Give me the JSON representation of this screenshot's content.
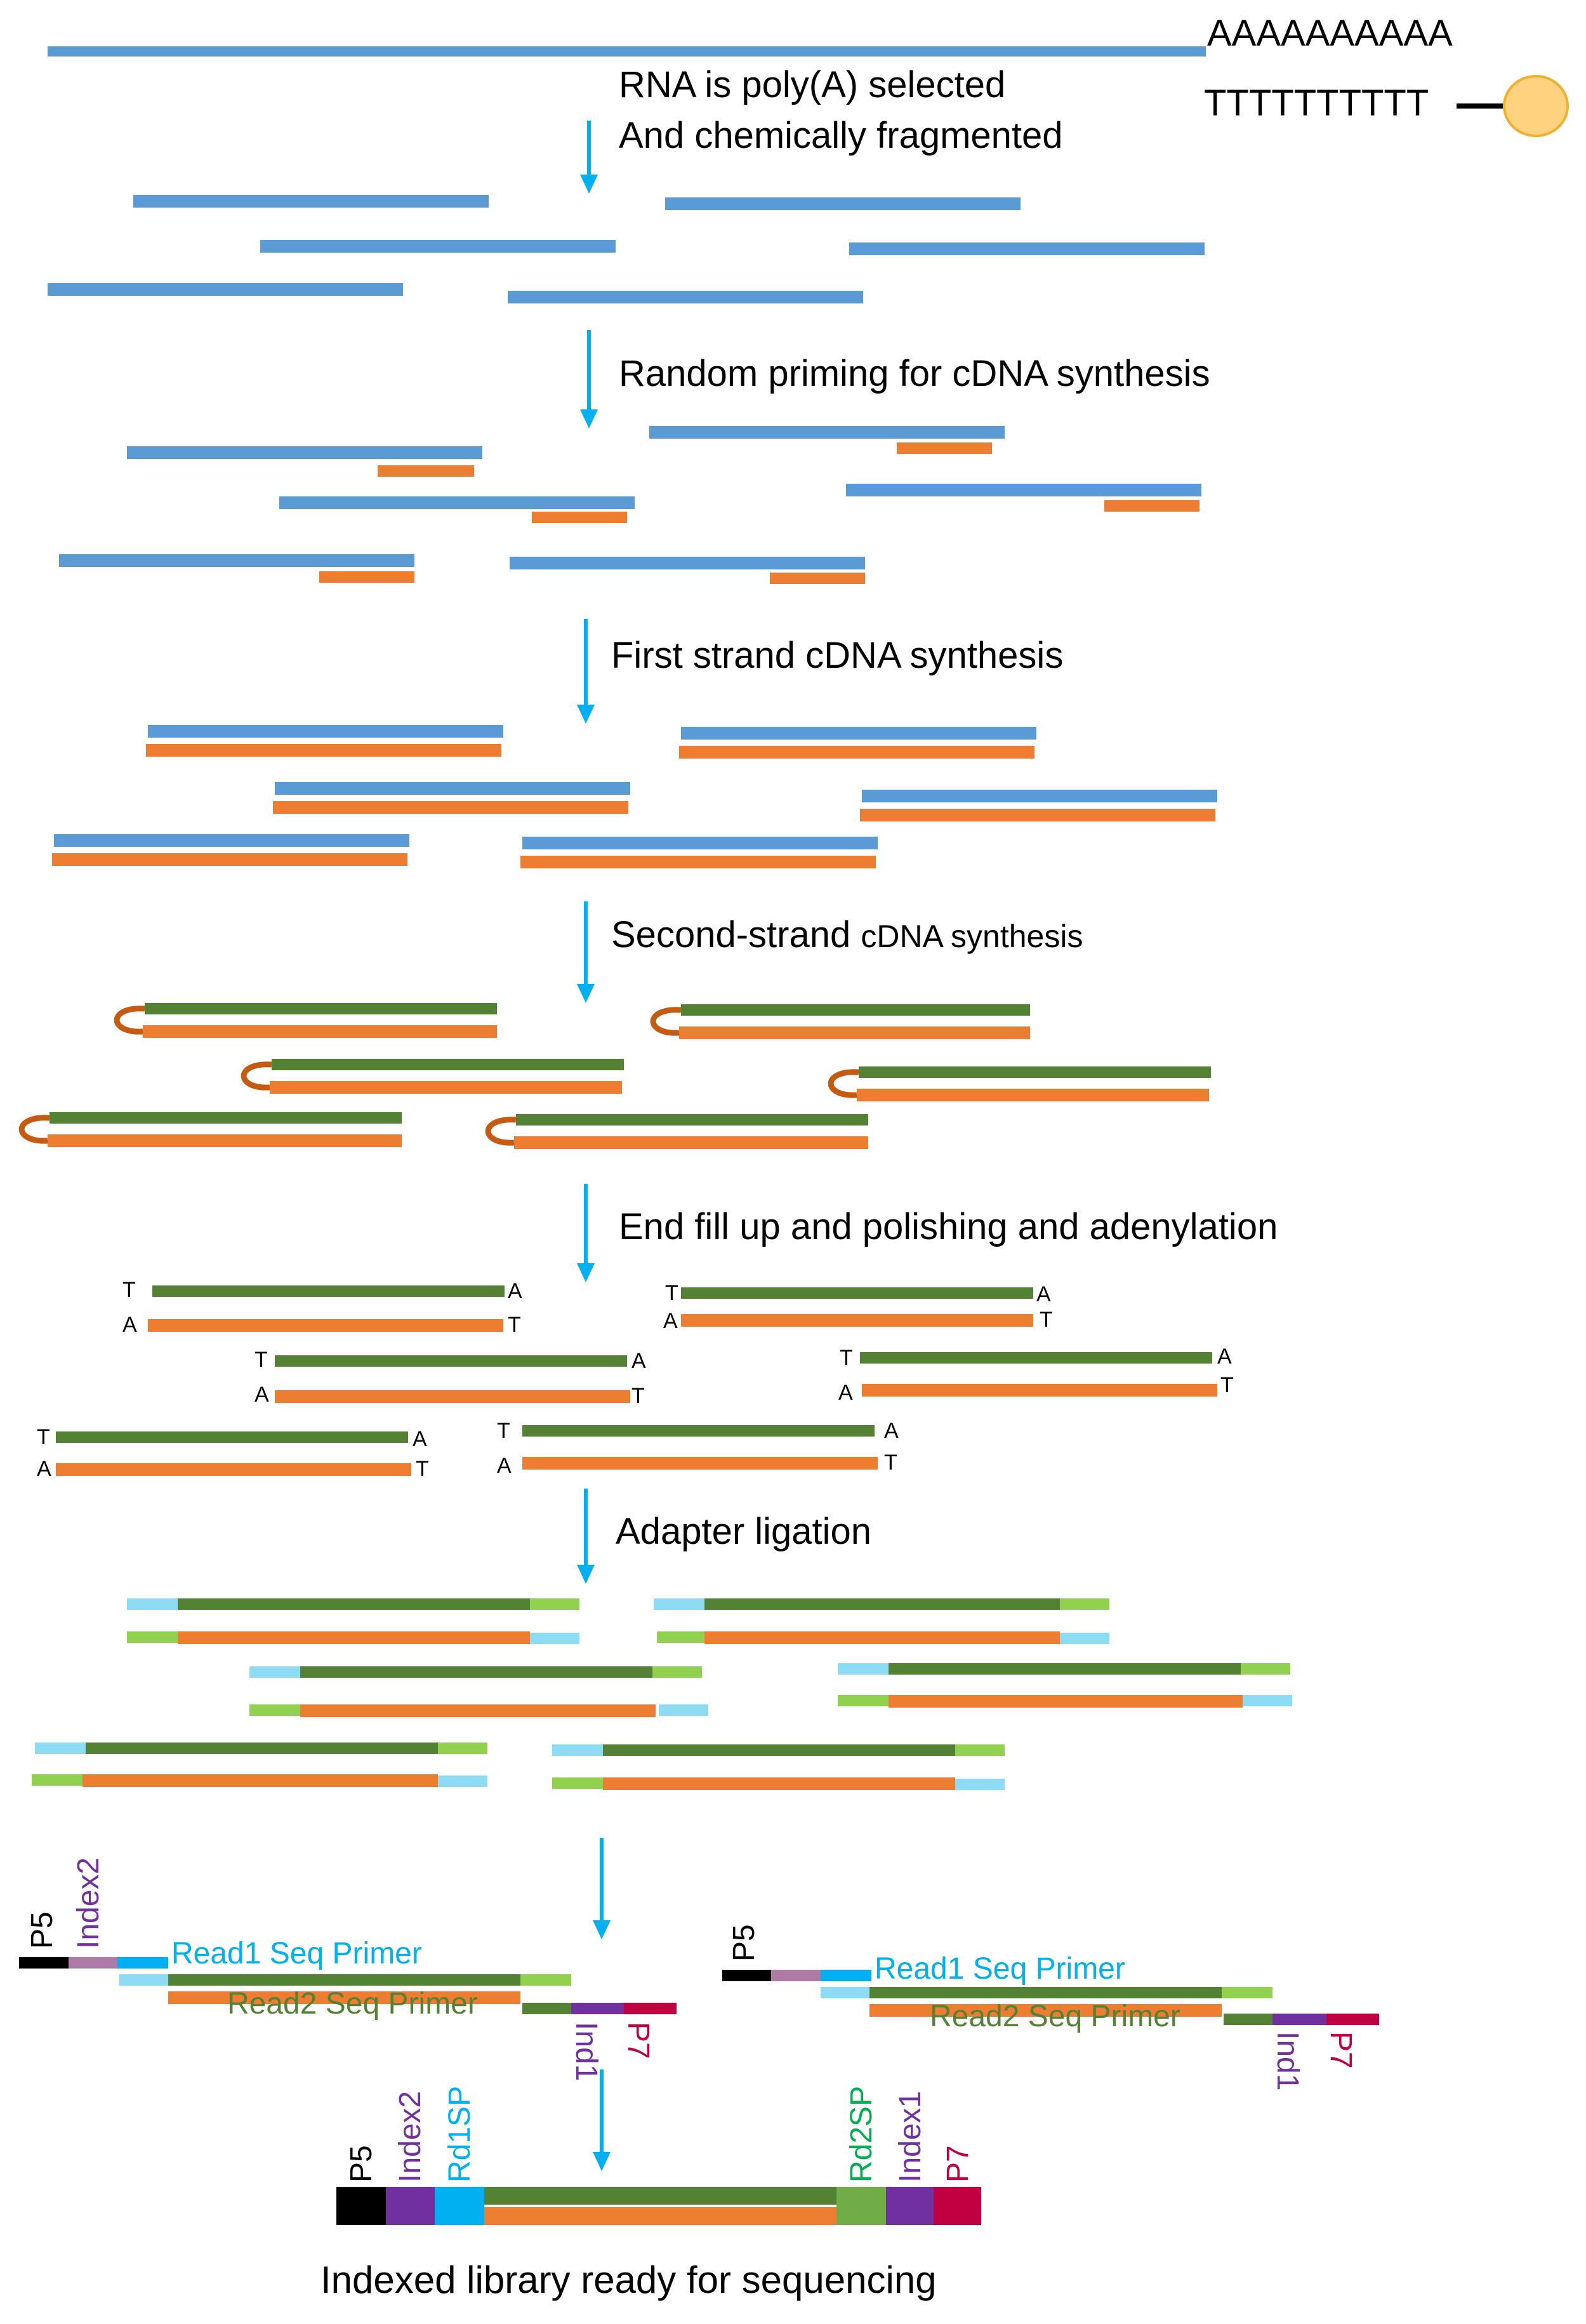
{
  "colors": {
    "rna": "#5B9BD5",
    "cdna": "#ED7D31",
    "second": "#548235",
    "loop": "#C55A11",
    "arrow": "#00B0F0",
    "bead": "#FFD280",
    "bead_edge": "#F0B030",
    "adapter_lightblue": "#8EDCF4",
    "adapter_lightgreen": "#92D050",
    "p5": "#000000",
    "index2": "#7030A0",
    "index2_pink": "#B07AA8",
    "rd1": "#00B0F0",
    "rd2": "#70AD47",
    "p7": "#C00040",
    "label_read2": "#548235",
    "label_rd2sp": "#00B050",
    "text": "#000000"
  },
  "polyA": {
    "a_tail": "AAAAAAAAAA",
    "t_tail": "TTTTTTTTTT"
  },
  "steps": {
    "step1_line1": "RNA is poly(A) selected",
    "step1_line2": "And chemically fragmented",
    "step2": "Random priming for cDNA synthesis",
    "step3": "First strand cDNA synthesis",
    "step4_a": "Second-strand ",
    "step4_b": "cDNA synthesis",
    "step5": "End fill up and polishing and adenylation",
    "step6": "Adapter ligation",
    "final": "Indexed library ready for sequencing"
  },
  "base_letters": {
    "t": "T",
    "a": "A"
  },
  "adapter_labels": {
    "p5": "P5",
    "index2": "Index2",
    "read1": "Read1 Seq Primer",
    "read2": "Read2 Seq Primer",
    "ind1": "Ind1",
    "p7": "P7"
  },
  "library_labels": {
    "p5": "P5",
    "index2": "Index2",
    "rd1sp": "Rd1SP",
    "rd2sp": "Rd2SP",
    "index1": "Index1",
    "p7": "P7"
  }
}
